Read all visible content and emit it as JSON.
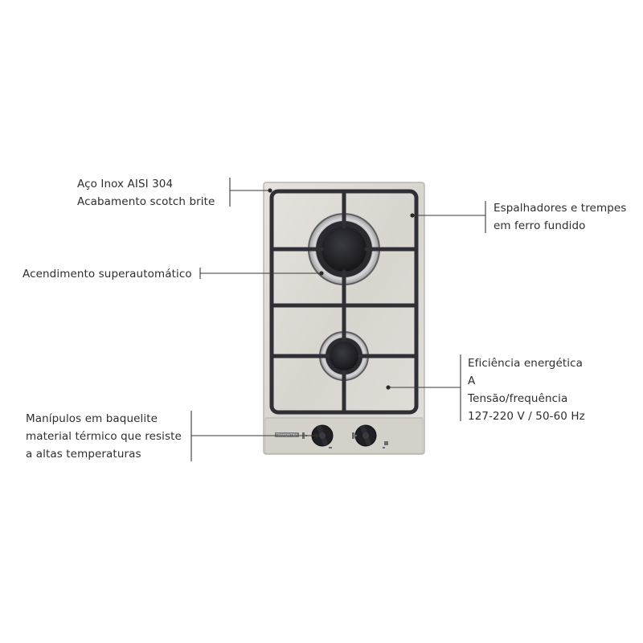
{
  "callouts": {
    "steel": {
      "lines": [
        "Aço Inox AISI 304",
        "Acabamento scotch brite"
      ]
    },
    "grates": {
      "lines": [
        "Espalhadores e trempes",
        "em ferro fundido"
      ]
    },
    "ignition": {
      "lines": [
        "Acendimento superautomático"
      ]
    },
    "efficiency": {
      "lines": [
        "Eficiência energética",
        "A",
        "Tensão/frequência",
        "127-220 V / 50-60 Hz"
      ]
    },
    "knobs": {
      "lines": [
        "Manípulos em baquelite",
        "material térmico que resiste",
        "a altas temperaturas"
      ]
    }
  },
  "product": {
    "brand_badge": "TRAMONTINA"
  },
  "colors": {
    "text": "#2e2e2e",
    "steel": "#dcd9d4",
    "grate": "#2f2f35",
    "burner": "#2a2a30",
    "leader": "#3a3a3a"
  }
}
